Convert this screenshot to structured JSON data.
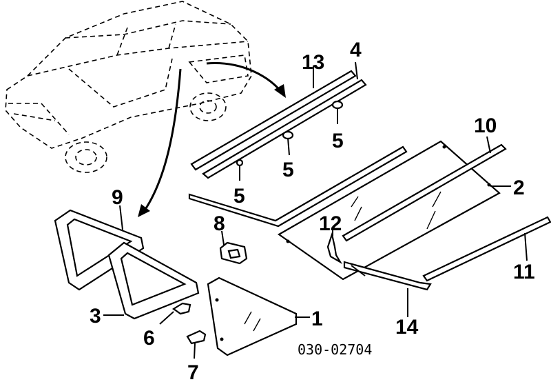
{
  "diagram": {
    "callouts": {
      "c1": "1",
      "c2": "2",
      "c3": "3",
      "c4": "4",
      "c5a": "5",
      "c5b": "5",
      "c5c": "5",
      "c6": "6",
      "c7": "7",
      "c8": "8",
      "c9": "9",
      "c10": "10",
      "c11": "11",
      "c12": "12",
      "c13": "13",
      "c14": "14"
    },
    "diagram_code": "030-02704"
  }
}
